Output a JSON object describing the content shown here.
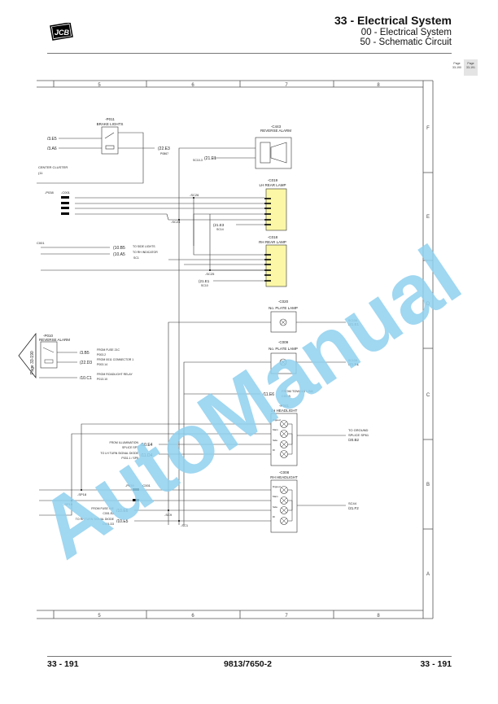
{
  "header": {
    "logo": "JCB",
    "title": "33 - Electrical System",
    "subtitle1": "00 - Electrical System",
    "subtitle2": "50 - Schematic Circuit"
  },
  "page_nav": {
    "prev": {
      "label": "Page",
      "number": "33-190"
    },
    "current": {
      "label": "Page",
      "number": "33-191"
    },
    "left_link": "Page 33-190"
  },
  "grid": {
    "columns": [
      "5",
      "6",
      "7",
      "8"
    ],
    "rows": [
      "F",
      "E",
      "D",
      "C",
      "B",
      "A"
    ]
  },
  "schematic": {
    "brake_lights": {
      "ref": "-P011",
      "name": "BRAKE LIGHTS",
      "in1": "/3.E5",
      "in2": "/3.A6",
      "out": "(22.E3",
      "out_note": "P0867"
    },
    "center_cluster": {
      "name": "CENTER CLUSTER",
      "ref": "(11"
    },
    "reverse_alarm": {
      "ref": "-C443",
      "name": "REVERSE ALARM",
      "in": "(21.E1",
      "in_note": "SC10-3"
    },
    "lh_rear_lamp": {
      "ref": "-C019",
      "name": "LH REAR LAMP",
      "in": "(21.E3",
      "in_note": "SC14"
    },
    "rh_rear_lamp": {
      "ref": "-C018",
      "name": "RH REAR LAMP",
      "in": "(21.E1",
      "in_note": "SC10"
    },
    "connectors": {
      "p038": "-P038",
      "c001": "-C001",
      "c001b": "C001"
    },
    "splices": {
      "sc26": "-SC26",
      "sc24": "-SC24",
      "sc25": "-SC25",
      "sc9": "-SC9",
      "sc1": "-SC1",
      "sp18": "-SP18",
      "sp19": "-SP19"
    },
    "side_lights": {
      "ref1": "(10.B5",
      "ref2": "(10.A5",
      "label1": "TO SIDE LIGHTS",
      "label2": "TO RH INDICATOR",
      "label3": "SC1"
    },
    "plate_lamp_1": {
      "ref": "-C020",
      "name": "No. PLATE LAMP",
      "out": "/21.E1",
      "out_note": "SC10A"
    },
    "plate_lamp_2": {
      "ref": "-C009",
      "name": "No. PLATE LAMP",
      "out": "/21.E1",
      "out_note": "SC10A"
    },
    "towing": {
      "ref": "/11.E6",
      "label": "FROM TOWING LINK",
      "note": "C00.8"
    },
    "reverse_alarm_sw": {
      "ref": "-P010",
      "name": "REVERSE ALARM",
      "in1": "/3.B5",
      "in1_label": "FROM FUSE 21C",
      "in1_note": "P003.2",
      "in2": "(22.D3",
      "in2_label": "FROM 0011 CONNECTOR 1",
      "in2_note": "P003.14",
      "in3": "/10.C1",
      "in3_label": "FROM ROADLIGHT RELAY",
      "in3_note": "P013.10"
    },
    "lh_headlight": {
      "ref": "-P041",
      "name": "LH HEADLIGHT",
      "out_label": "TO GROUND",
      "out_note": "SPLICE SP61",
      "out": "/20.B2",
      "in1_label": "FROM ILLUMINATION",
      "in1_note": "SPLICE SP7",
      "in1": "/10.E4",
      "in2_label": "TO LH TURN SIGNAL DIODE",
      "in2_note": "P031.1 / SP8",
      "in2": "/11.D4"
    },
    "rh_headlight": {
      "ref": "-C008",
      "name": "RH HEADLIGHT",
      "out_note": "SC44",
      "out": "/21.F2",
      "p039": "-P039",
      "c001": "-C001",
      "in1_label": "FROM FUSE 44E",
      "in1_note": "C001.E2",
      "in1": "/10.E6",
      "in2_label": "TO RH TURN SIGNAL DIODE",
      "in2_note": "C001.D3",
      "in2": "/10.E5"
    },
    "lamp_pins": [
      "Dipped",
      "Main",
      "Side",
      "DI"
    ]
  },
  "watermark": "AutoManual",
  "footer": {
    "left": "33 - 191",
    "center": "9813/7650-2",
    "right": "33 - 191"
  },
  "colors": {
    "lamp_fill": "#fbf7a6",
    "watermark": "#8fd0ee"
  }
}
